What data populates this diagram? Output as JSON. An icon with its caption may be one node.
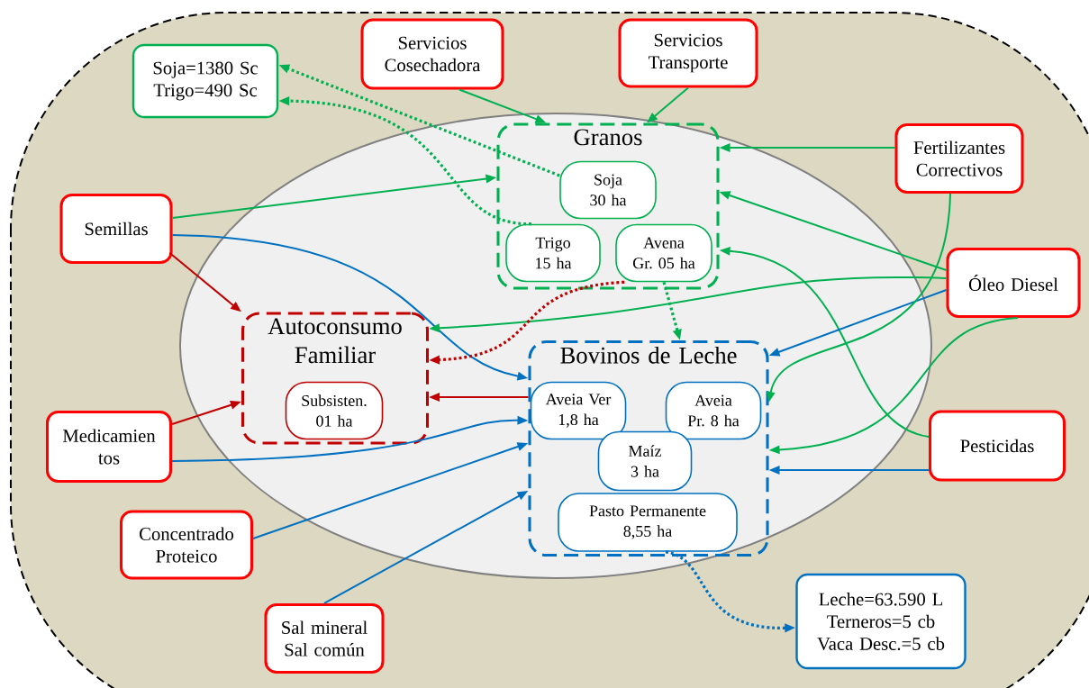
{
  "diagram": {
    "nodes": [
      {
        "text": [
          "Soja=1380 Sc Trigo=490 Sc"
        ]
      },
      {
        "text": [
          "Servicios Cosechadora"
        ]
      },
      {
        "text": [
          "Servicios Transporte"
        ]
      },
      {
        "text": [
          "Granos"
        ]
      },
      {
        "text": [
          "Soja 30 ha"
        ],
        "in": 3
      },
      {
        "text": [
          "Trigo 15 ha"
        ],
        "in": 3
      },
      {
        "text": [
          "Avena Gr. 05 ha"
        ],
        "in": 3
      },
      {
        "text": [
          "Fertilizantes Correctivos"
        ]
      },
      {
        "text": [
          "Semillas"
        ]
      },
      {
        "text": [
          "Óleo Diesel"
        ]
      },
      {
        "text": [
          "Autoconsumo Familiar"
        ]
      },
      {
        "text": [
          "Subsisten. 01 ha"
        ],
        "in": 10
      },
      {
        "text": [
          "Bovinos de Leche"
        ]
      },
      {
        "text": [
          "Aveia Ver 1,8 ha"
        ],
        "in": 12
      },
      {
        "text": [
          "Aveia Pr. 8 ha"
        ],
        "in": 12
      },
      {
        "text": [
          "Maíz 3 ha"
        ],
        "in": 12
      },
      {
        "text": [
          "Pasto Permanente 8,55 ha"
        ],
        "in": 12
      },
      {
        "text": [
          "Medicamien tos"
        ]
      },
      {
        "text": [
          "Pesticidas"
        ]
      },
      {
        "text": [
          "Concentrado Proteico"
        ]
      },
      {
        "text": [
          "Sal mineral Sal común"
        ]
      },
      {
        "text": [
          "Leche=63.590 L Terneros=5 cb Vaca Desc.=5 cb"
        ]
      }
    ],
    "edges": [
      {
        "from": 4,
        "to": 0,
        "arrow": "to",
        "style": "dashed"
      },
      {
        "from": 5,
        "to": 0,
        "arrow": "to",
        "style": "dashed"
      },
      {
        "from": 1,
        "to": 3,
        "arrow": "to"
      },
      {
        "from": 2,
        "to": 3,
        "arrow": "to"
      },
      {
        "from": 7,
        "to": 3,
        "arrow": "to"
      },
      {
        "from": 8,
        "to": 3,
        "arrow": "to"
      },
      {
        "from": 9,
        "to": 3,
        "arrow": "to"
      },
      {
        "from": 18,
        "to": 3,
        "arrow": "to"
      },
      {
        "from": 8,
        "to": 12,
        "arrow": "to",
        "color": "#0070c0"
      },
      {
        "from": 8,
        "to": 10,
        "arrow": "to",
        "color": "#c00000"
      },
      {
        "from": 9,
        "to": 10,
        "arrow": "to"
      },
      {
        "from": 9,
        "to": 12,
        "arrow": "to",
        "color": "#0070c0"
      },
      {
        "from": 7,
        "to": 12,
        "arrow": "to"
      },
      {
        "from": 9,
        "to": 12,
        "arrow": "to"
      },
      {
        "from": 6,
        "to": 12,
        "arrow": "to",
        "style": "dashed"
      },
      {
        "from": 6,
        "to": 10,
        "arrow": "to",
        "style": "dashed",
        "color": "#c00000"
      },
      {
        "from": 12,
        "to": 10,
        "arrow": "to",
        "color": "#c00000"
      },
      {
        "from": 17,
        "to": 10,
        "arrow": "to",
        "color": "#c00000"
      },
      {
        "from": 17,
        "to": 12,
        "arrow": "to",
        "color": "#0070c0"
      },
      {
        "from": 19,
        "to": 12,
        "arrow": "to",
        "color": "#0070c0"
      },
      {
        "from": 20,
        "to": 12,
        "arrow": "to",
        "color": "#0070c0"
      },
      {
        "from": 18,
        "to": 12,
        "arrow": "to",
        "color": "#0070c0"
      },
      {
        "from": 16,
        "to": 21,
        "arrow": "to",
        "style": "dashed",
        "color": "#0070c0"
      }
    ]
  }
}
